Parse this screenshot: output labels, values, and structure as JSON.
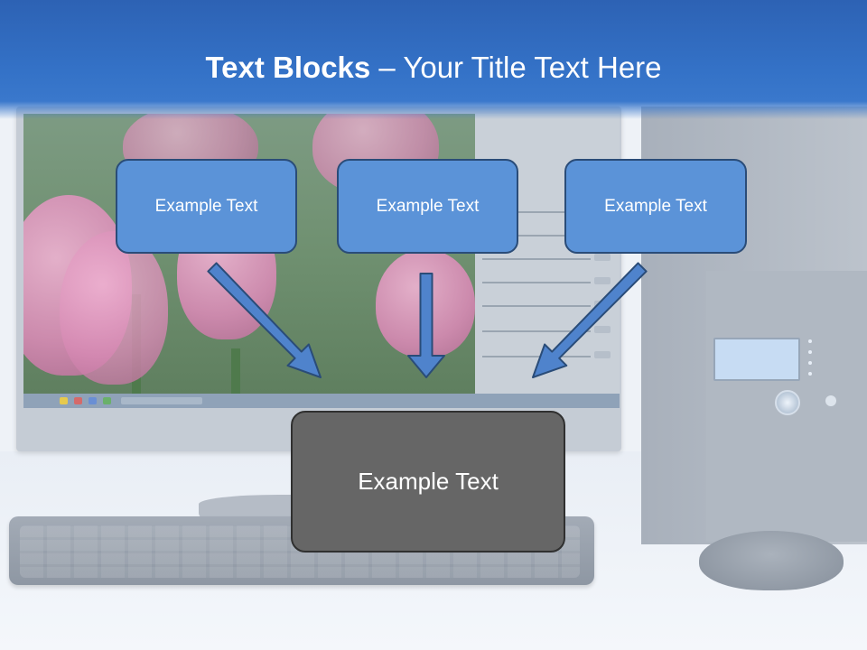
{
  "title": {
    "bold": "Text Blocks",
    "separator": " – ",
    "normal": "Your Title Text Here"
  },
  "blocks": {
    "left": "Example Text",
    "center": "Example Text",
    "right": "Example Text",
    "bottom": "Example Text"
  },
  "colors": {
    "header": "#3472c7",
    "block_blue": "#5b93d8",
    "block_border": "#2a4c78",
    "block_dark": "#666666",
    "arrow": "#4f83cc"
  }
}
